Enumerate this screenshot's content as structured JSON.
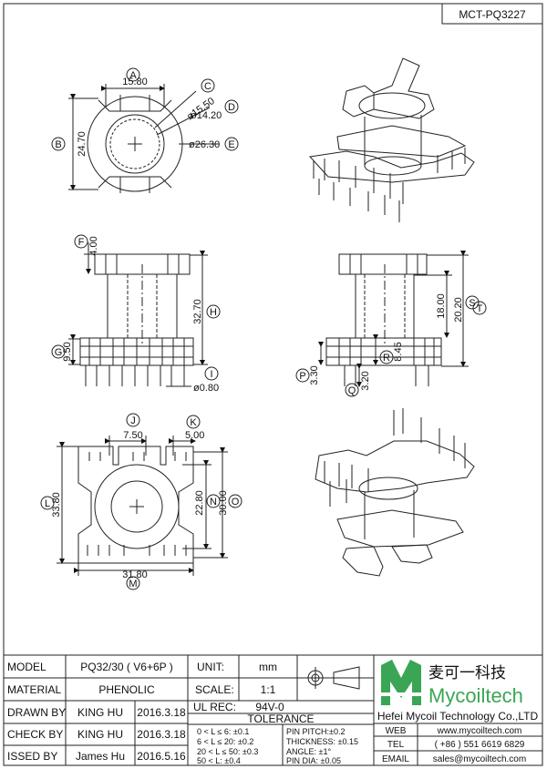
{
  "drawing_number": "MCT-PQ3227",
  "views": {
    "top": {
      "dims": [
        {
          "id": "A",
          "value": "15.80"
        },
        {
          "id": "B",
          "value": "24.70"
        },
        {
          "id": "C",
          "value": "ø15.50"
        },
        {
          "id": "D",
          "value": "ø14.20"
        },
        {
          "id": "E",
          "value": "ø26.30"
        }
      ]
    },
    "front": {
      "dims": [
        {
          "id": "F",
          "value": "4.00"
        },
        {
          "id": "H",
          "value": "32.70"
        },
        {
          "id": "G",
          "value": "9.50"
        },
        {
          "id": "I",
          "value": "ø0.80"
        }
      ]
    },
    "side": {
      "dims": [
        {
          "id": "S",
          "value": "18.00"
        },
        {
          "id": "T",
          "value": "20.20"
        },
        {
          "id": "R",
          "value": "8.45"
        },
        {
          "id": "P",
          "value": "3.30"
        },
        {
          "id": "Q",
          "value": "3.20"
        }
      ]
    },
    "bottom": {
      "dims": [
        {
          "id": "J",
          "value": "7.50"
        },
        {
          "id": "K",
          "value": "5.00"
        },
        {
          "id": "L",
          "value": "33.80"
        },
        {
          "id": "N",
          "value": "22.80"
        },
        {
          "id": "O",
          "value": "30.00"
        },
        {
          "id": "M",
          "value": "31.80"
        }
      ]
    }
  },
  "title_block": {
    "model_label": "MODEL",
    "model_value": "PQ32/30 ( V6+6P )",
    "material_label": "MATERIAL",
    "material_value": "PHENOLIC",
    "drawn_label": "DRAWN BY",
    "drawn_name": "KING HU",
    "drawn_date": "2016.3.18",
    "check_label": "CHECK BY",
    "check_name": "KING HU",
    "check_date": "2016.3.18",
    "issued_label": "ISSED BY",
    "issued_name": "James Hu",
    "issued_date": "2016.5.16",
    "unit_label": "UNIT:",
    "unit_value": "mm",
    "scale_label": "SCALE:",
    "scale_value": "1:1",
    "ul_label": "UL REC:",
    "ul_value": "94V-0",
    "tolerance_label": "TOLERANCE",
    "tol_lines": [
      "0 < L ≤ 6:  ±0.1",
      "6 < L ≤ 20:  ±0.2",
      "20 < L ≤ 50:  ±0.3",
      "50 < L:  ±0.4"
    ],
    "tol_right": [
      "PIN PITCH:±0.2",
      "THICKNESS: ±0.15",
      "ANGLE:  ±1°",
      "PIN DIA:  ±0.05"
    ]
  },
  "company": {
    "logo_chinese": "麦可一科技",
    "logo_english": "Mycoiltech",
    "name": "Hefei Mycoil Technology Co.,LTD",
    "web_label": "WEB",
    "web": "www.mycoiltech.com",
    "tel_label": "TEL",
    "tel": "( +86 ) 551 6619 6829",
    "email_label": "EMAIL",
    "email": "sales@mycoiltech.com",
    "logo_color": "#3aa655"
  }
}
